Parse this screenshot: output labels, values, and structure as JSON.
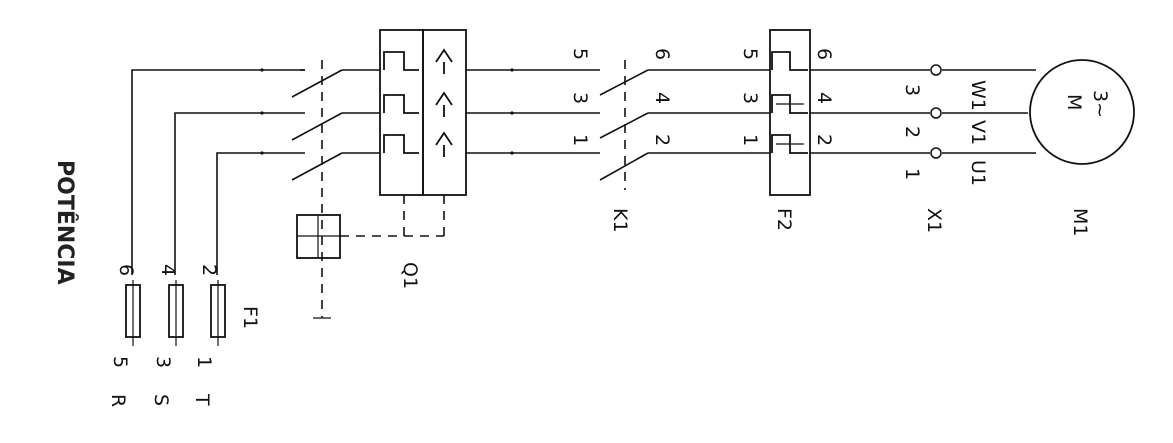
{
  "title": "POTÊNCIA",
  "phases": [
    "R",
    "S",
    "T"
  ],
  "fuse_group": {
    "label": "F1",
    "in_terminals": [
      "5",
      "3",
      "1"
    ],
    "out_terminals": [
      "6",
      "4",
      "2"
    ]
  },
  "breaker": {
    "label": "Q1"
  },
  "contactor": {
    "label": "K1",
    "in_terminals": [
      "5",
      "3",
      "1"
    ],
    "out_terminals": [
      "6",
      "4",
      "2"
    ]
  },
  "overload_relay": {
    "label": "F2",
    "in_terminals": [
      "5",
      "3",
      "1"
    ],
    "out_terminals": [
      "6",
      "4",
      "2"
    ]
  },
  "terminal_block": {
    "label": "X1",
    "terminals": [
      "3",
      "2",
      "1"
    ]
  },
  "motor": {
    "label": "M1",
    "symbol": "M",
    "phases_label": "3~",
    "terminals": [
      "W1",
      "V1",
      "U1"
    ]
  }
}
